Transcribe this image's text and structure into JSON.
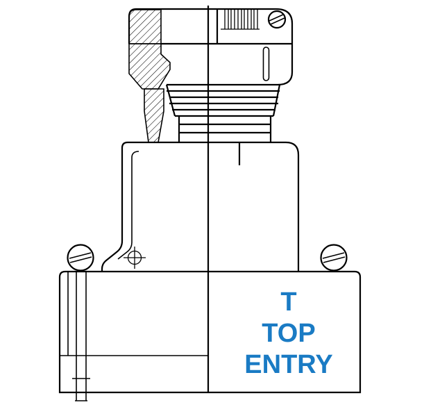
{
  "figure": {
    "labels": {
      "code": "T",
      "line1": "TOP",
      "line2": "ENTRY"
    },
    "colors": {
      "line": "#000000",
      "label_blue": "#1a7bc4",
      "background": "#ffffff"
    }
  }
}
